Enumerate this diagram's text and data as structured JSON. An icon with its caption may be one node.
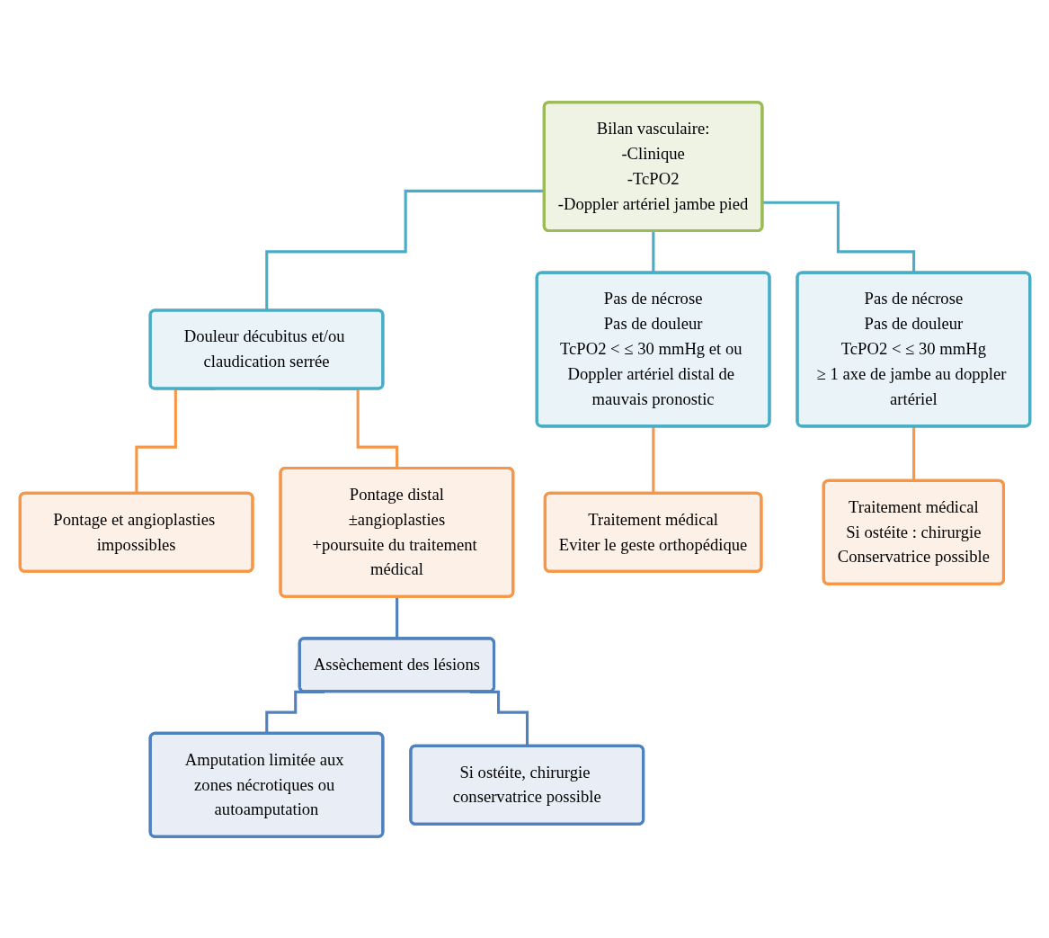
{
  "diagram": {
    "nodes": [
      {
        "text": [
          "Bilan vasculaire:",
          "-Clinique",
          "-TcPO2",
          "-Doppler artériel jambe pied"
        ]
      },
      {
        "text": [
          "Douleur décubitus et/ou claudication serrée"
        ]
      },
      {
        "text": [
          "Pas de nécrose",
          "Pas de douleur",
          "TcPO2 < ≤ 30 mmHg et ou Doppler artériel distal de mauvais pronostic"
        ]
      },
      {
        "text": [
          "Pas de nécrose",
          "Pas de douleur",
          "TcPO2 < ≤ 30 mmHg",
          "≥ 1 axe de jambe au doppler artériel"
        ]
      },
      {
        "text": [
          "Pontage et angioplasties impossibles"
        ]
      },
      {
        "text": [
          "Pontage distal",
          "±angioplasties",
          "+poursuite du traitement médical"
        ]
      },
      {
        "text": [
          "Traitement médical",
          "Eviter le geste orthopédique"
        ]
      },
      {
        "text": [
          "Traitement médical",
          "Si ostéite : chirurgie",
          "Conservatrice possible"
        ]
      },
      {
        "text": [
          "Assèchement des lésions"
        ]
      },
      {
        "text": [
          "Amputation limitée aux zones nécrotiques ou autoamputation"
        ]
      },
      {
        "text": [
          "Si ostéite, chirurgie conservatrice possible"
        ]
      }
    ],
    "edges": [
      {
        "from": 0,
        "to": 1,
        "arrow": "none",
        "color": "#4bacc6"
      },
      {
        "from": 0,
        "to": 2,
        "arrow": "none",
        "color": "#4bacc6"
      },
      {
        "from": 0,
        "to": 3,
        "arrow": "none",
        "color": "#4bacc6"
      },
      {
        "from": 1,
        "to": 4,
        "arrow": "none",
        "color": "#f79646"
      },
      {
        "from": 1,
        "to": 5,
        "arrow": "none",
        "color": "#f79646"
      },
      {
        "from": 2,
        "to": 6,
        "arrow": "none",
        "color": "#f79646"
      },
      {
        "from": 3,
        "to": 7,
        "arrow": "none",
        "color": "#f79646"
      },
      {
        "from": 5,
        "to": 8,
        "arrow": "none",
        "color": "#4f81bd"
      },
      {
        "from": 8,
        "to": 9,
        "arrow": "none",
        "color": "#4f81bd"
      },
      {
        "from": 8,
        "to": 10,
        "arrow": "none",
        "color": "#4f81bd"
      }
    ]
  }
}
